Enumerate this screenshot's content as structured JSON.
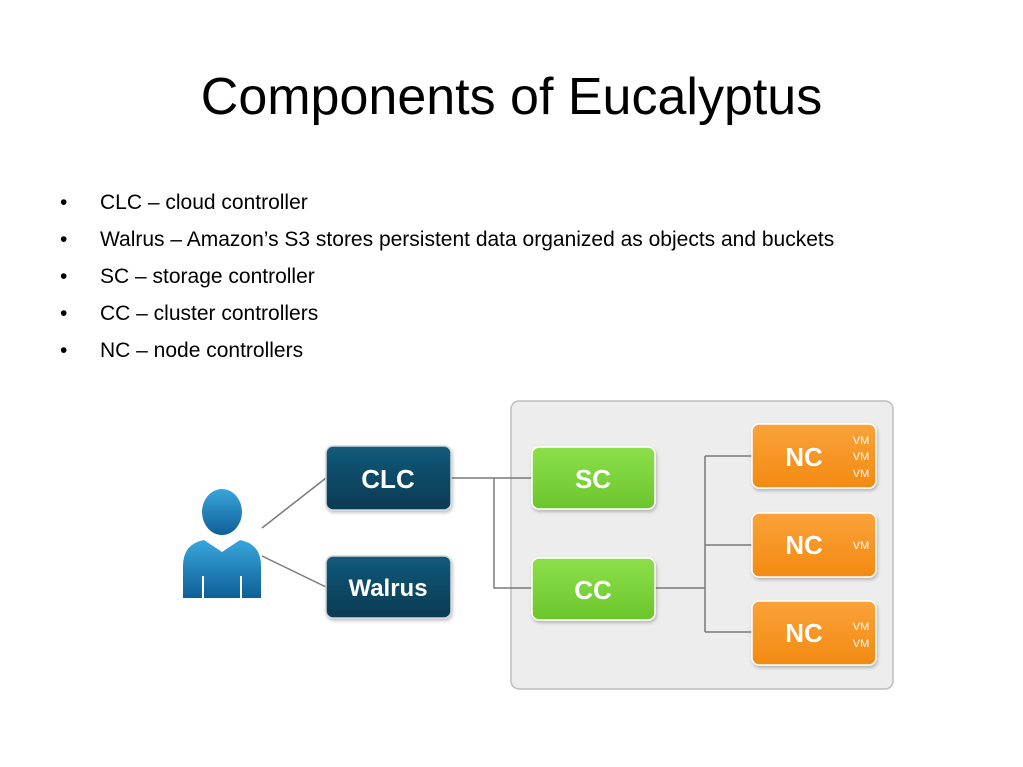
{
  "slide": {
    "title": "Components of Eucalyptus",
    "bullets": [
      "CLC – cloud controller",
      "Walrus – Amazon’s S3 stores persistent data organized as objects and buckets",
      "SC – storage controller",
      "CC – cluster controllers",
      "NC – node controllers"
    ],
    "bullet_marker": "•"
  },
  "diagram": {
    "user_icon": "user-icon",
    "nodes": {
      "clc": "CLC",
      "walrus": "Walrus",
      "sc": "SC",
      "cc": "CC",
      "nc1": "NC",
      "nc2": "NC",
      "nc3": "NC"
    },
    "vm_label": "VM",
    "colors": {
      "dark_node": "#0b4560",
      "green_node": "#7ed33a",
      "orange_node": "#f7931e",
      "cluster_panel": "#ededed",
      "user_icon": "#1e7fb8"
    }
  }
}
